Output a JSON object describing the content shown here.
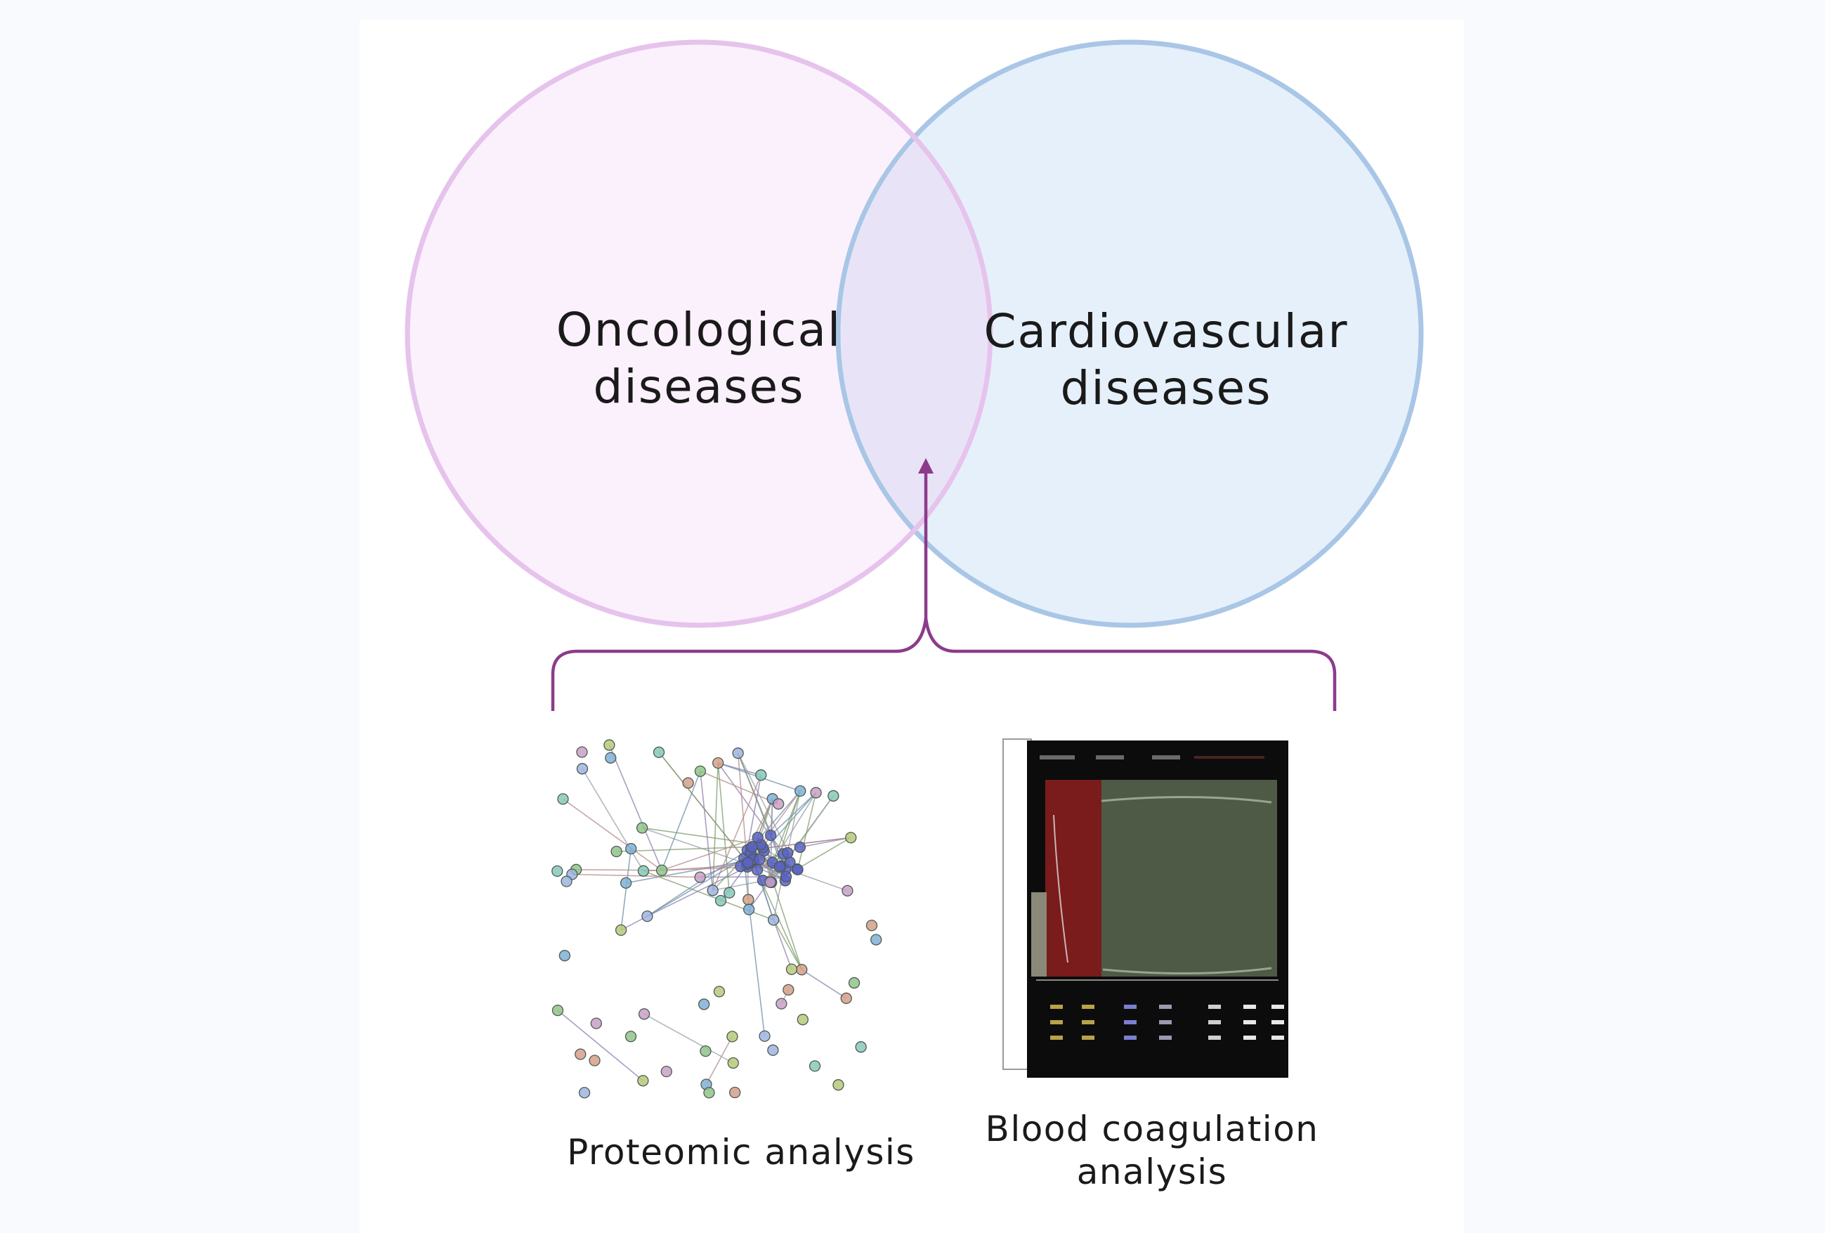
{
  "venn": {
    "left": {
      "line1": "Oncological",
      "line2": "diseases",
      "fill": "#fbf1fc",
      "stroke": "#e6c3ec"
    },
    "right": {
      "line1": "Cardiovascular",
      "line2": "diseases",
      "fill": "#e6f0fb",
      "stroke": "#a9c6e6"
    },
    "overlap_fill": "#e9e3f7"
  },
  "connector": {
    "color": "#8c3b8c"
  },
  "panels": {
    "proteomic": {
      "caption": "Proteomic analysis",
      "icon": "protein-network-icon"
    },
    "coagulation": {
      "caption_line1": "Blood coagulation",
      "caption_line2": "analysis",
      "icon": "coagulation-chart-icon",
      "zone1_color": "#7a1c1c",
      "zone2_color": "#4f5a46"
    }
  }
}
